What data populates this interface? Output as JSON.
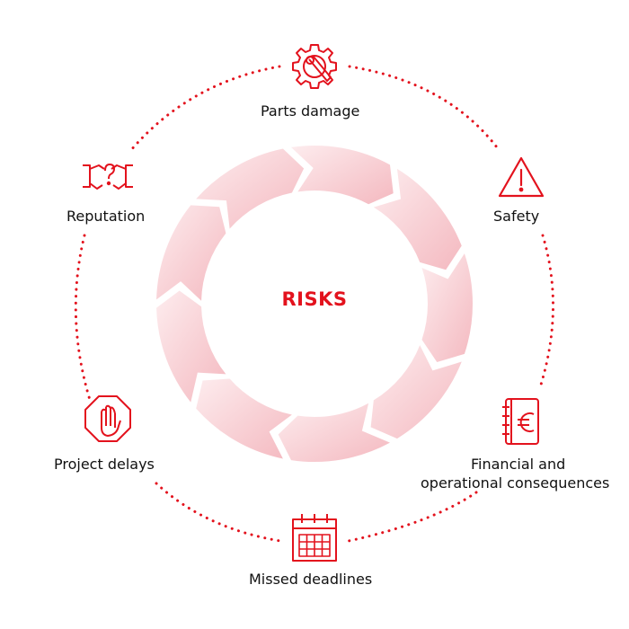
{
  "center": {
    "title": "RISKS"
  },
  "risks": [
    {
      "label": "Parts damage",
      "icon": "gear-wrench-icon"
    },
    {
      "label": "Safety",
      "icon": "warning-triangle-icon"
    },
    {
      "label": "Financial and operational consequences",
      "line1": "Financial and",
      "line2": "operational consequences",
      "icon": "euro-ledger-icon"
    },
    {
      "label": "Missed deadlines",
      "icon": "calendar-icon"
    },
    {
      "label": "Project delays",
      "icon": "stop-hand-icon"
    },
    {
      "label": "Reputation",
      "icon": "broken-handshake-icon"
    }
  ],
  "colors": {
    "accent": "#e3121d",
    "arrow_dark": "#f4b9c0",
    "arrow_light": "#fdecee",
    "text": "#111111"
  }
}
